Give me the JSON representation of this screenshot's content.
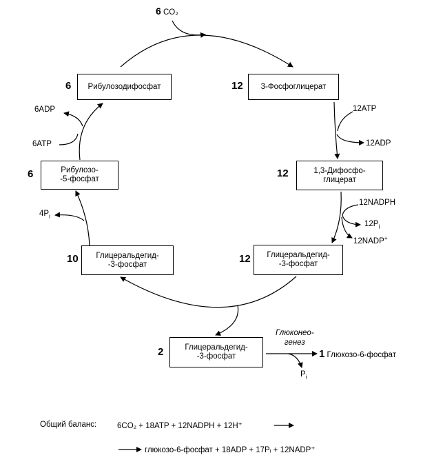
{
  "co2_input": {
    "coef": "6",
    "text": "CO₂"
  },
  "nodes": {
    "ribulose_diphosphate": {
      "coef": "6",
      "line1": "Рибулозодифосфат"
    },
    "phosphoglycerate": {
      "coef": "12",
      "line1": "3-Фосфоглицерат"
    },
    "diphosphoglycerate": {
      "coef": "12",
      "line1": "1,3-Дифосфо-",
      "line2": "глицерат"
    },
    "gald3p_right": {
      "coef": "12",
      "line1": "Глицеральдегид-",
      "line2": "-3-фосфат"
    },
    "gald3p_left": {
      "coef": "10",
      "line1": "Глицеральдегид-",
      "line2": "-3-фосфат"
    },
    "ribulose5p": {
      "coef": "6",
      "line1": "Рибулозо-",
      "line2": "-5-фосфат"
    },
    "gald3p_out": {
      "coef": "2",
      "line1": "Глицеральдегид-",
      "line2": "-3-фосфат"
    }
  },
  "side_labels": {
    "atp12": "12ATP",
    "adp12": "12ADP",
    "nadph12": "12NADPH",
    "pi12": "12P",
    "nadp12": "12NADP",
    "pi4": "4P",
    "atp6": "6ATP",
    "adp6": "6ADP",
    "pi_out": "P"
  },
  "gluconeogenesis": {
    "line1": "Глюконео-",
    "line2": "генез",
    "product_coef": "1",
    "product": "Глюкозо-6-фосфат"
  },
  "balance": {
    "label": "Общий баланс:",
    "line1": "6CO₂ + 18ATP + 12NADPH + 12H⁺",
    "line2": "глюкозо-6-фосфат + 18ADP + 17Pᵢ + 12NADP⁺"
  }
}
